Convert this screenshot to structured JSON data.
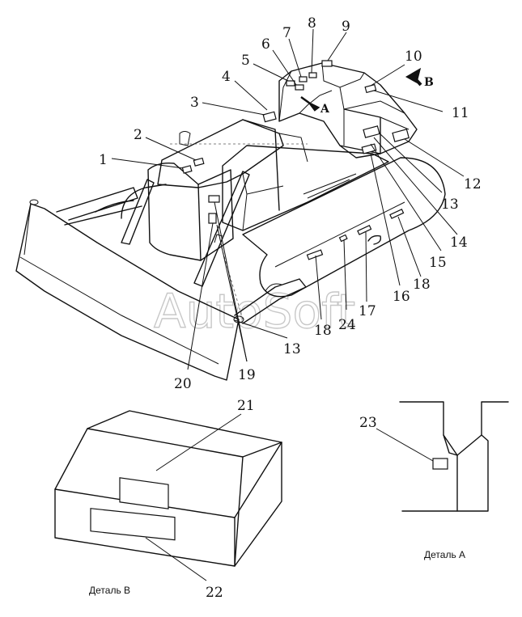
{
  "watermark": "AutoSoft",
  "captions": {
    "detail_b": "Деталь В",
    "detail_a": "Деталь А"
  },
  "view_markers": {
    "a": "A",
    "b": "B"
  },
  "callouts": [
    "1",
    "2",
    "3",
    "4",
    "5",
    "6",
    "7",
    "8",
    "9",
    "10",
    "11",
    "12",
    "13",
    "14",
    "15",
    "16",
    "17",
    "18",
    "19",
    "20",
    "21",
    "22",
    "23",
    "24"
  ],
  "repeated_callouts": {
    "13_lower": "13",
    "18_lower": "18"
  }
}
